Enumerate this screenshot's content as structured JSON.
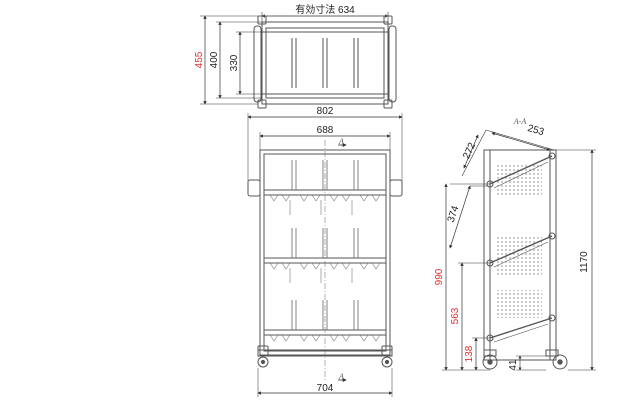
{
  "colors": {
    "line": "#555555",
    "dim_line": "#333333",
    "red": "#e0302f",
    "text": "#222222"
  },
  "top_view": {
    "effective_label": "有効寸法 634",
    "depth_outer": "455",
    "depth_mid": "400",
    "depth_inner": "330"
  },
  "front_view": {
    "width_outer": "802",
    "width_inner": "688",
    "width_base": "704",
    "section_mark_top": "A",
    "section_mark_bottom": "A"
  },
  "side_view": {
    "section_title": "A-A",
    "tilt_depth": "253",
    "tilt_height": "272",
    "shelf_gap": "374",
    "height_total": "1170",
    "height_upper_shelf": "990",
    "height_mid_shelf": "563",
    "height_low_shelf": "138",
    "caster_offset": "41"
  }
}
